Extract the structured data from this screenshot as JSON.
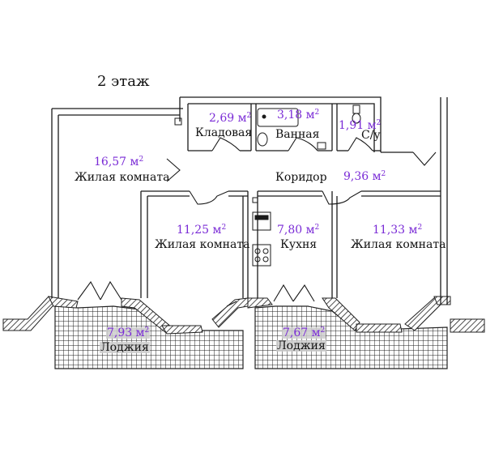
{
  "floor_title": "2 этаж",
  "area_unit": "м",
  "area_unit_power": "2",
  "rooms": {
    "living_left": {
      "name": "Жилая комната",
      "area": "16,57"
    },
    "storage": {
      "name": "Кладовая",
      "area": "2,69"
    },
    "bathroom": {
      "name": "Ванная",
      "area": "3,18"
    },
    "wc": {
      "name": "С/у",
      "area": "1,91"
    },
    "corridor": {
      "name": "Коридор",
      "area": "9,36"
    },
    "living_mid": {
      "name": "Жилая комната",
      "area": "11,25"
    },
    "kitchen": {
      "name": "Кухня",
      "area": "7,80"
    },
    "living_right": {
      "name": "Жилая комната",
      "area": "11,33"
    },
    "loggia_left": {
      "name": "Лоджия",
      "area": "7,93"
    },
    "loggia_right": {
      "name": "Лоджия",
      "area": "7,67"
    }
  },
  "colors": {
    "wall": "#1a1a1a",
    "area_text": "#7a2bd6",
    "label_bg": "#cfcfcf"
  }
}
